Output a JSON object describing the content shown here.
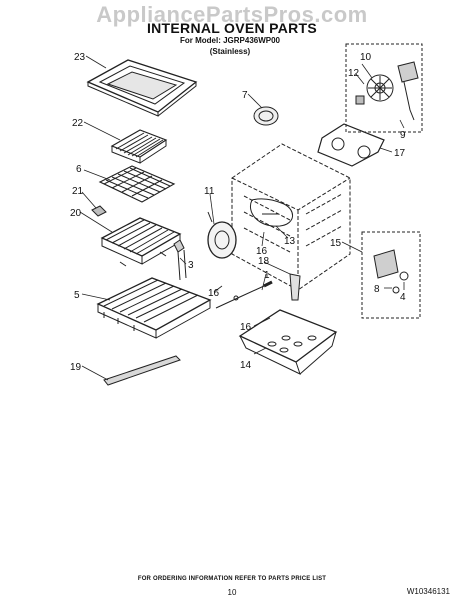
{
  "watermark": "AppliancePartsPros.com",
  "header": {
    "title": "INTERNAL OVEN PARTS",
    "model_line": "For Model: JGRP436WP00",
    "variant_line": "(Stainless)"
  },
  "callouts": [
    "23",
    "22",
    "6",
    "21",
    "20",
    "5",
    "19",
    "7",
    "11",
    "3",
    "16",
    "1",
    "18",
    "16",
    "14",
    "10",
    "12",
    "9",
    "17",
    "13",
    "16",
    "15",
    "8",
    "4"
  ],
  "footer": {
    "note": "FOR ORDERING INFORMATION REFER TO PARTS PRICE LIST",
    "page_number": "10",
    "doc_number": "W10346131"
  }
}
